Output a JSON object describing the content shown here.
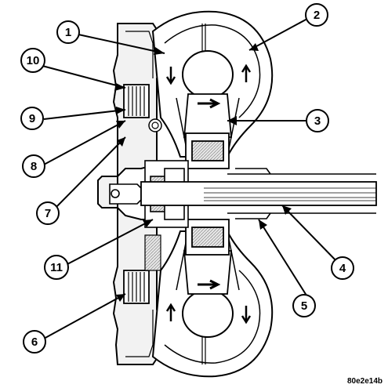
{
  "figure_id": "80e2e14b",
  "callouts": [
    {
      "id": "c1",
      "label": "1"
    },
    {
      "id": "c2",
      "label": "2"
    },
    {
      "id": "c3",
      "label": "3"
    },
    {
      "id": "c4",
      "label": "4"
    },
    {
      "id": "c5",
      "label": "5"
    },
    {
      "id": "c6",
      "label": "6"
    },
    {
      "id": "c7",
      "label": "7"
    },
    {
      "id": "c8",
      "label": "8"
    },
    {
      "id": "c9",
      "label": "9"
    },
    {
      "id": "c10",
      "label": "10"
    },
    {
      "id": "c11",
      "label": "11"
    }
  ],
  "colors": {
    "line": "#000000",
    "fill_light": "#d9d9d9",
    "fill_mid": "#b3b3b3",
    "background": "#ffffff"
  }
}
